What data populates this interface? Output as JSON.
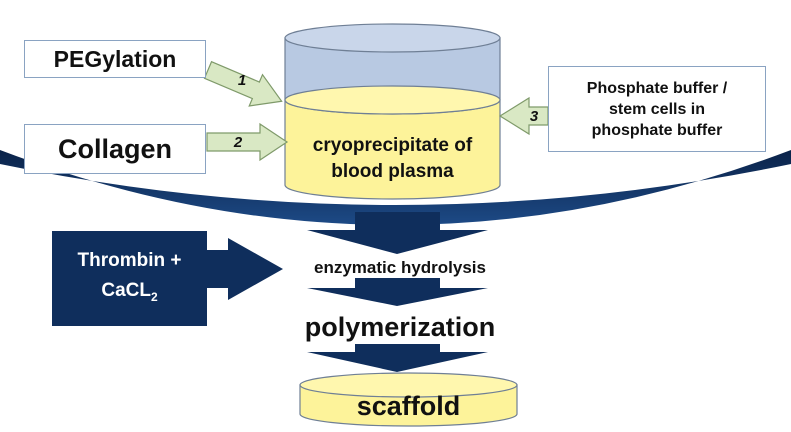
{
  "inputs": {
    "pegylation": {
      "label": "PEGylation",
      "number": "1"
    },
    "collagen": {
      "label": "Collagen",
      "number": "2"
    },
    "phosphate": {
      "line1": "Phosphate buffer /",
      "line2": "stem cells in",
      "line3": "phosphate buffer",
      "number": "3"
    }
  },
  "container": {
    "line1": "cryoprecipitate of",
    "line2": "blood plasma"
  },
  "reagent": {
    "line1": "Thrombin +",
    "line2_main": "CaCL",
    "line2_sub": "2"
  },
  "steps": {
    "hydrolysis": "enzymatic hydrolysis",
    "polymerization": "polymerization",
    "scaffold": "scaffold"
  },
  "colors": {
    "cylinder_top": "#b8c9e2",
    "plasma_yellow": "#fdf39a",
    "arrow_green": "#d9e8c4",
    "navy": "#0f2e5c",
    "box_border": "#8aa3c2"
  }
}
